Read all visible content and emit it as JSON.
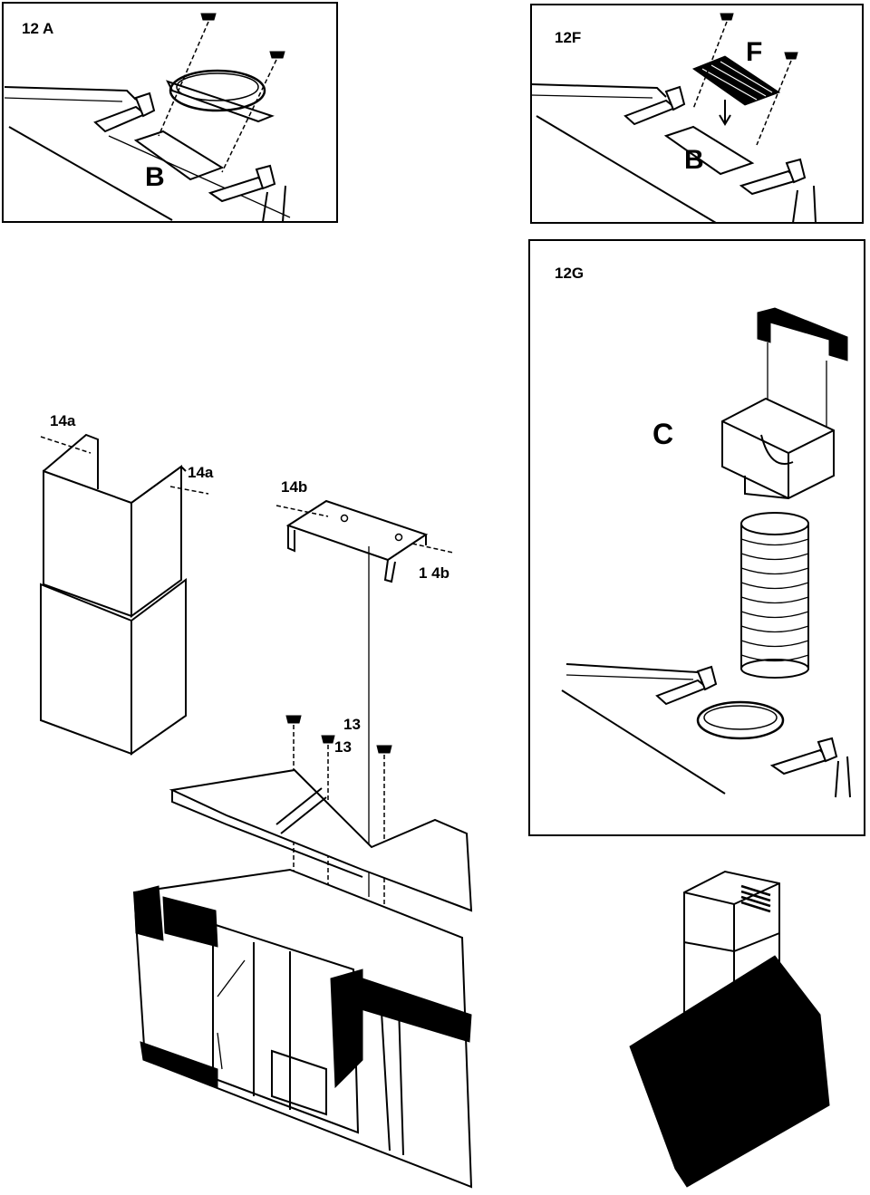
{
  "panels": {
    "p12a": {
      "label": "12 A",
      "part": "B"
    },
    "p12f": {
      "label": "12F",
      "part_top": "F",
      "part_bottom": "B"
    },
    "p12g": {
      "label": "12G",
      "part": "C"
    }
  },
  "callouts": {
    "c14a_top": "14a",
    "c14a_side": "14a",
    "c14b_top": "14b",
    "c14b_side": "1 4b",
    "c13_a": "13",
    "c13_b": "13"
  }
}
